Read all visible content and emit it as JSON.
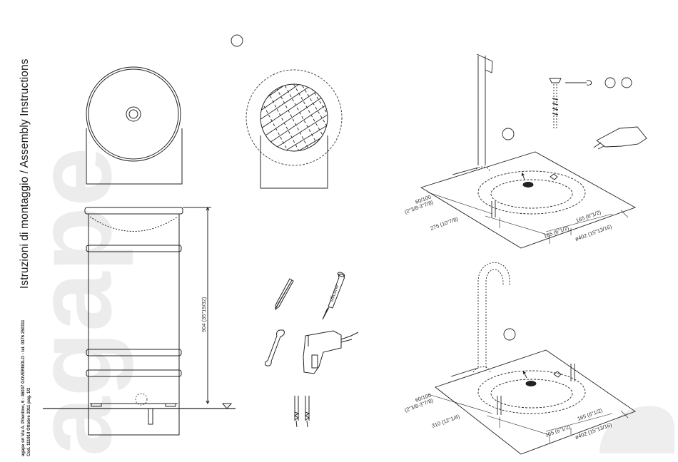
{
  "brand": {
    "logo_text": "agape"
  },
  "title": "Istruzioni di montaggio / Assembly Instructions",
  "address_line": "agape srl Via A. Pitentino, 6 - 46037 GOVERNOLO - tel. 0376 250311",
  "code_line": "Cod. 11191/I Ottobre 2011 pag. 1/2",
  "dimensions": {
    "height": "904 (35\"19/32)",
    "top_offset_1": "60/100",
    "top_offset_1b": "(2\"3/8-3\"7/8)",
    "depth_1": "275 (10\"7/8)",
    "half_a_1": "165 (6\"1/2)",
    "half_b_1": "165 (6\"1/2)",
    "diameter_1": "ø402 (15\"13/16)",
    "top_offset_2": "60/100",
    "top_offset_2b": "(2\"3/8-3\"7/8)",
    "depth_2": "310 (12\"1/4)",
    "half_a_2": "165 (6\"1/2)",
    "half_b_2": "165 (6\"1/2)",
    "diameter_2": "ø402 (15\"13/16)"
  },
  "tools": {
    "silicone_label": "silicone"
  }
}
